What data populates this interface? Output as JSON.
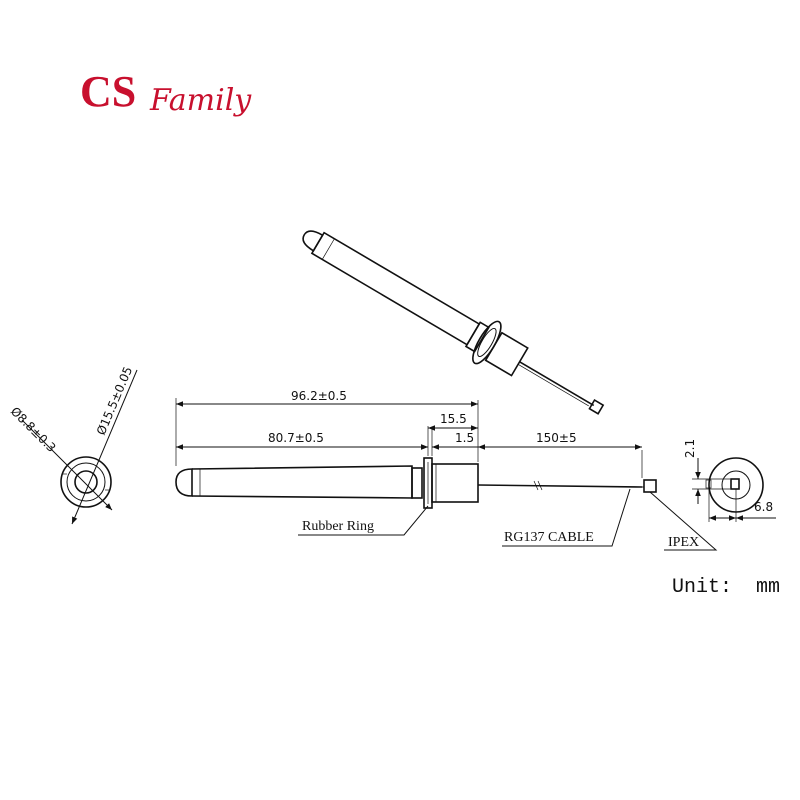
{
  "logo": {
    "mark": "CS",
    "word": "Family",
    "color": "#c8102e"
  },
  "dimensions": {
    "overall_length": "96.2±0.5",
    "body_length": "80.7±0.5",
    "base_length": "15.5",
    "ring_thickness": "1.5",
    "cable_length": "150±5",
    "inner_diameter": "Ø8.8±0.3",
    "outer_diameter": "Ø15.5±0.05",
    "connector_height": "2.1",
    "connector_width": "6.8"
  },
  "labels": {
    "rubber_ring": "Rubber Ring",
    "cable": "RG137 CABLE",
    "connector": "IPEX",
    "unit": "Unit:  mm"
  },
  "colors": {
    "line": "#111111",
    "brand": "#c8102e"
  }
}
